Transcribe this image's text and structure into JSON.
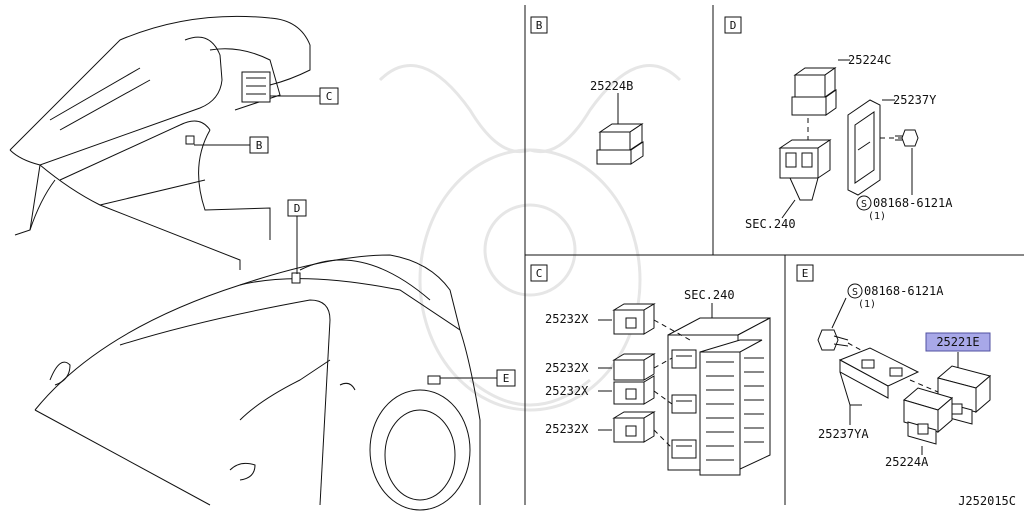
{
  "diagram_code": "J252015C",
  "panels": {
    "B": {
      "letter": "B",
      "part": "25224B"
    },
    "D": {
      "letter": "D",
      "part_relay": "25224C",
      "part_bracket": "25237Y",
      "part_sec": "SEC.240",
      "bolt": "08168-6121A",
      "qty": "(1)"
    },
    "C": {
      "letter": "C",
      "part_sec": "SEC.240",
      "relays": [
        "25232X",
        "25232X",
        "25232X",
        "25232X"
      ]
    },
    "E": {
      "letter": "E",
      "bolt": "08168-6121A",
      "qty": "(1)",
      "highlight_part": "25221E",
      "bracket": "25237YA",
      "relay": "25224A"
    }
  },
  "overview_callouts": [
    "C",
    "B",
    "D",
    "E"
  ],
  "symbols": {
    "circled_s": "S"
  },
  "colors": {
    "highlight_fill": "#a8a8e8",
    "highlight_border": "#5050a0",
    "line": "#111111"
  }
}
